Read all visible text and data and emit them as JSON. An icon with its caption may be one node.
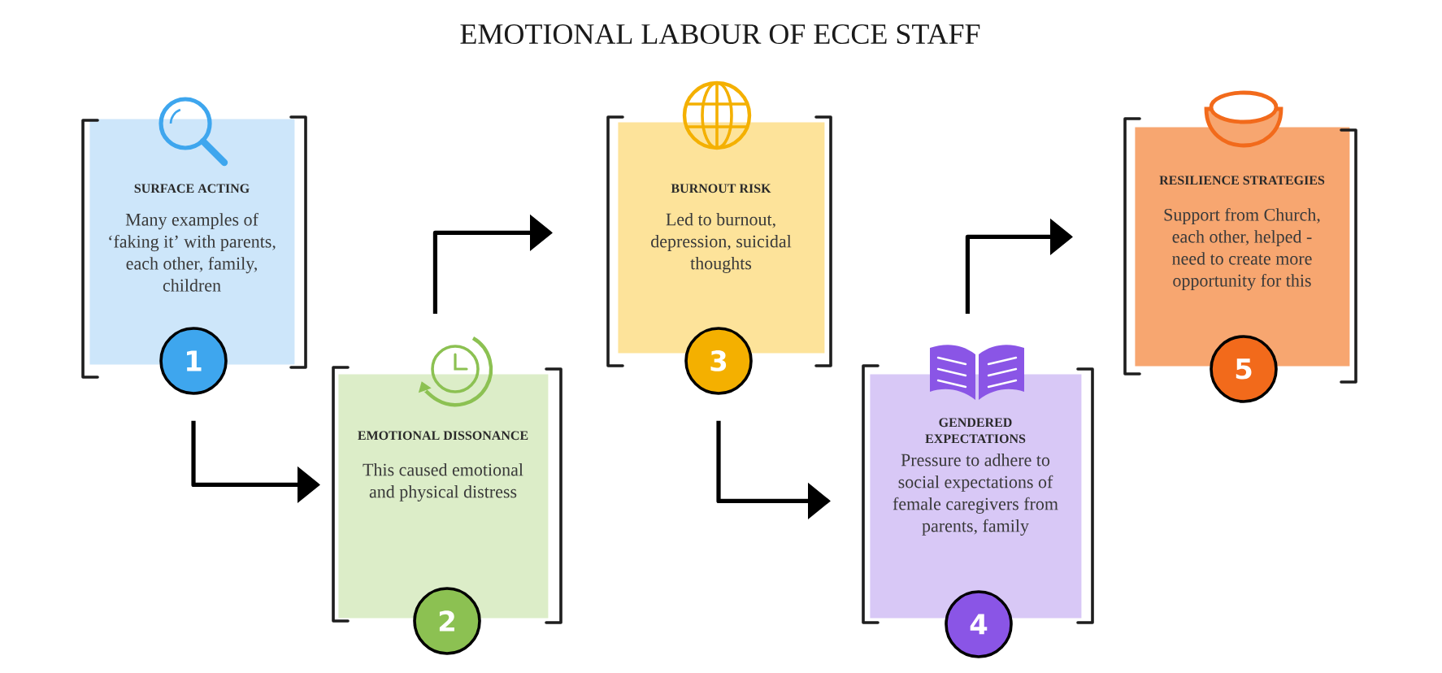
{
  "diagram": {
    "title": "EMOTIONAL LABOUR OF ECCE STAFF",
    "nodes": [
      {
        "text": [
          "SURFACE ACTING",
          "Many examples of ‘faking it’ with parents, each other, family, children"
        ]
      },
      {
        "text": [
          "1"
        ]
      },
      {
        "text": [
          "EMOTIONAL DISSONANCE",
          "This caused emotional and physical distress"
        ]
      },
      {
        "text": [
          "2"
        ]
      },
      {
        "text": [
          "BURNOUT RISK",
          "Led to burnout, depression, suicidal thoughts"
        ]
      },
      {
        "text": [
          "3"
        ]
      },
      {
        "text": [
          "GENDERED EXPECTATIONS",
          "Pressure to adhere to social expectations of female caregivers from parents, family"
        ]
      },
      {
        "text": [
          "4"
        ]
      },
      {
        "text": [
          "RESILIENCE STRATEGIES",
          "Support from Church, each other, helped - need to create more opportunity for this"
        ]
      },
      {
        "text": [
          "5"
        ]
      }
    ],
    "edges": [
      {
        "from": 1,
        "to": 2,
        "arrow": "to"
      },
      {
        "from": 2,
        "to": 4,
        "arrow": "to"
      },
      {
        "from": 5,
        "to": 6,
        "arrow": "to"
      },
      {
        "from": 6,
        "to": 8,
        "arrow": "to"
      }
    ]
  }
}
